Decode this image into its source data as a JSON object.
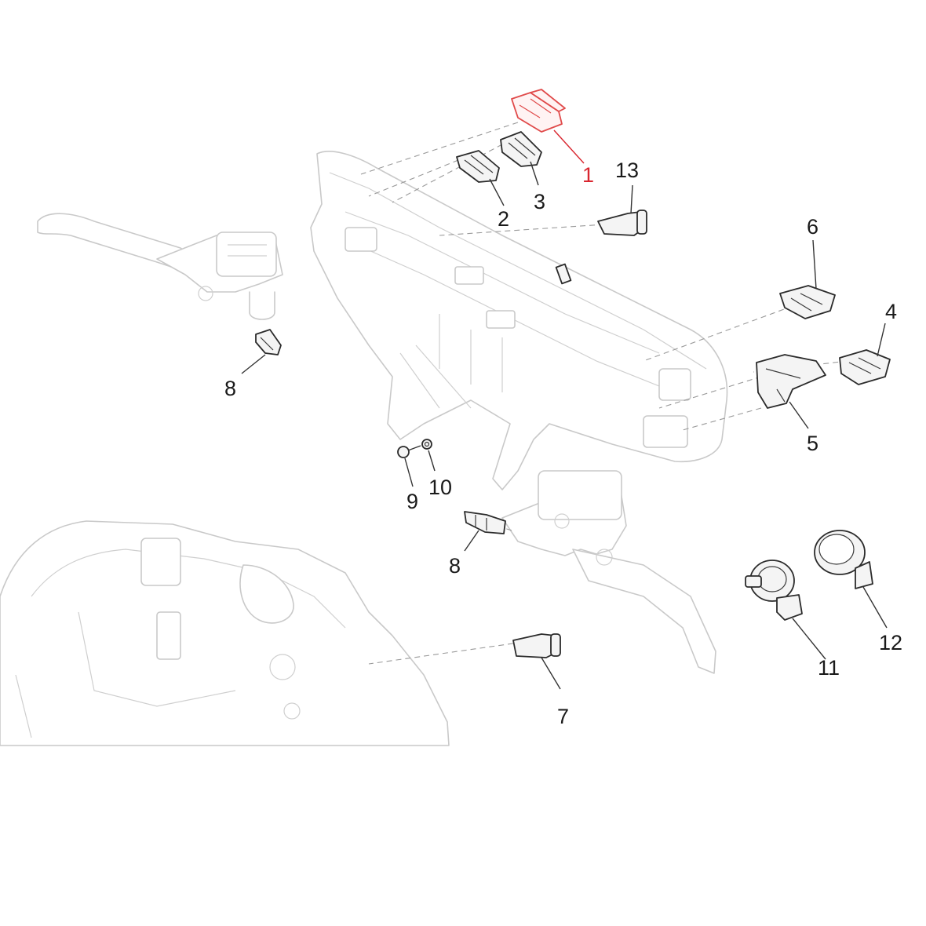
{
  "callouts": [
    {
      "id": "1",
      "label": "1",
      "highlight": true,
      "color": "#d9262f"
    },
    {
      "id": "2",
      "label": "2",
      "highlight": false
    },
    {
      "id": "3",
      "label": "3",
      "highlight": false
    },
    {
      "id": "4",
      "label": "4",
      "highlight": false
    },
    {
      "id": "5",
      "label": "5",
      "highlight": false
    },
    {
      "id": "6",
      "label": "6",
      "highlight": false
    },
    {
      "id": "7",
      "label": "7",
      "highlight": false
    },
    {
      "id": "8a",
      "label": "8",
      "highlight": false
    },
    {
      "id": "8b",
      "label": "8",
      "highlight": false
    },
    {
      "id": "9",
      "label": "9",
      "highlight": false
    },
    {
      "id": "10",
      "label": "10",
      "highlight": false
    },
    {
      "id": "11",
      "label": "11",
      "highlight": false
    },
    {
      "id": "12",
      "label": "12",
      "highlight": false
    },
    {
      "id": "13",
      "label": "13",
      "highlight": false
    }
  ],
  "colors": {
    "highlight": "#d9262f",
    "ink": "#1a1a1a",
    "ghost": "#c9c9c9"
  }
}
